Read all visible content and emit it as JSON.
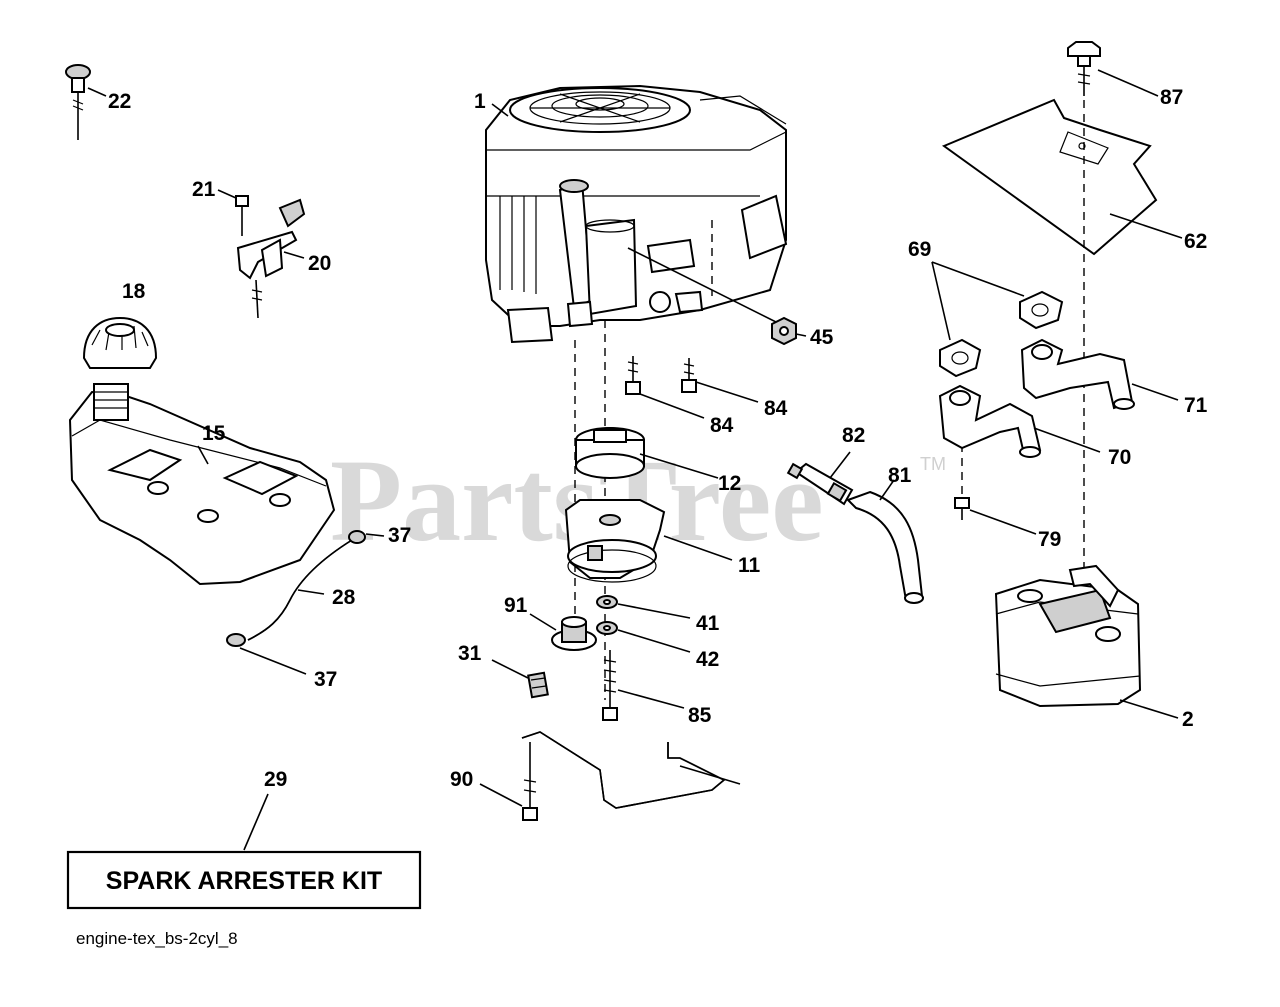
{
  "watermark": {
    "text": "PartsTree",
    "trademark": "TM"
  },
  "callouts": {
    "c1": "1",
    "c2": "2",
    "c11": "11",
    "c12": "12",
    "c15": "15",
    "c18": "18",
    "c20": "20",
    "c21": "21",
    "c22": "22",
    "c28": "28",
    "c29": "29",
    "c31": "31",
    "c37a": "37",
    "c37b": "37",
    "c41": "41",
    "c42": "42",
    "c45": "45",
    "c62": "62",
    "c69": "69",
    "c70": "70",
    "c71": "71",
    "c79": "79",
    "c81": "81",
    "c82": "82",
    "c84a": "84",
    "c84b": "84",
    "c85": "85",
    "c87": "87",
    "c90": "90",
    "c91": "91"
  },
  "kit_box": {
    "label": "SPARK ARRESTER KIT"
  },
  "footer": {
    "drawing_id": "engine-tex_bs-2cyl_8"
  },
  "icons": [
    "engine-icon",
    "fuel-tank-icon",
    "muffler-icon",
    "pulley-icon",
    "clutch-icon",
    "heat-shield-icon",
    "exhaust-pipe-icon",
    "gasket-icon",
    "bolt-icon",
    "fuel-hose-icon",
    "fuel-filter-icon",
    "fuel-cap-icon",
    "dipstick-icon",
    "throttle-bracket-icon",
    "bracket-rod-icon"
  ]
}
